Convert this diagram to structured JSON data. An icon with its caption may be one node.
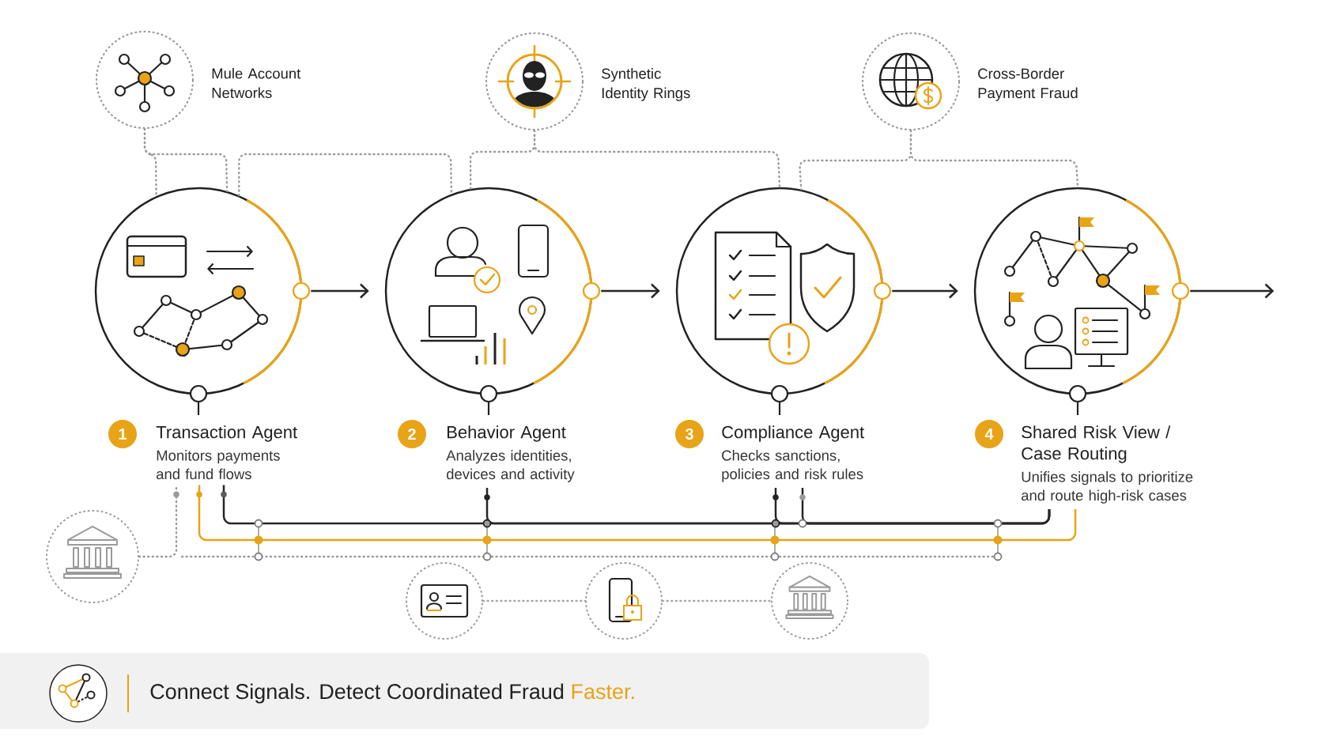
{
  "diagram": {
    "nodes": [
      {
        "text": [
          "Mule Account Networks"
        ]
      },
      {
        "text": [
          "Synthetic Identity Rings"
        ]
      },
      {
        "text": [
          "Cross-Border Payment Fraud"
        ]
      },
      {
        "text": [
          "1",
          "Transaction Agent",
          "Monitors payments and fund flows"
        ]
      },
      {
        "text": [
          "2",
          "Behavior Agent",
          "Analyzes identities, devices and activity"
        ]
      },
      {
        "text": [
          "3",
          "Compliance Agent",
          "Checks sanctions, policies and risk rules"
        ]
      },
      {
        "text": [
          "4",
          "Shared Risk View / Case Routing",
          "Unifies signals to prioritize and route high-risk cases"
        ]
      },
      {
        "text": [],
        "shape": "circle"
      },
      {
        "text": [],
        "shape": "circle"
      },
      {
        "text": [],
        "shape": "circle"
      },
      {
        "text": [],
        "shape": "circle"
      },
      {
        "text": [
          "Connect Signals. Detect Coordinated Fraud",
          "Faster."
        ]
      }
    ],
    "edges": [
      {
        "from": 0,
        "to": 3,
        "arrow": "none",
        "style": "dashed"
      },
      {
        "from": 0,
        "to": 3,
        "arrow": "none",
        "style": "dashed"
      },
      {
        "from": 3,
        "to": 4,
        "arrow": "none",
        "style": "dashed"
      },
      {
        "from": 1,
        "to": 4,
        "arrow": "none",
        "style": "dashed"
      },
      {
        "from": 1,
        "to": 5,
        "arrow": "none",
        "style": "dashed"
      },
      {
        "from": 2,
        "to": 5,
        "arrow": "none",
        "style": "dashed"
      },
      {
        "from": 2,
        "to": 6,
        "arrow": "none",
        "style": "dashed"
      },
      {
        "from": 3,
        "to": 4,
        "arrow": "to",
        "color": "#262626"
      },
      {
        "from": 4,
        "to": 5,
        "arrow": "to",
        "color": "#262626"
      },
      {
        "from": 5,
        "to": 6,
        "arrow": "to",
        "color": "#262626"
      },
      {
        "from": 6,
        "to": null,
        "arrow": "to",
        "color": "#262626"
      },
      {
        "from": 3,
        "to": 6,
        "arrow": "none",
        "color": "#262626"
      },
      {
        "from": 4,
        "to": 6,
        "arrow": "none",
        "color": "#262626"
      },
      {
        "from": 5,
        "to": 6,
        "arrow": "none",
        "color": "#262626"
      },
      {
        "from": 5,
        "to": 6,
        "arrow": "none",
        "color": "#262626"
      },
      {
        "from": 3,
        "to": 6,
        "arrow": "none",
        "color": "#e8a317"
      },
      {
        "from": 7,
        "to": 3,
        "arrow": "none",
        "style": "dashed"
      },
      {
        "from": 8,
        "to": 9,
        "arrow": "none",
        "style": "dashed",
        "color": "#a8a8a8"
      },
      {
        "from": 9,
        "to": 10,
        "arrow": "none",
        "style": "dashed",
        "color": "#a8a8a8"
      }
    ]
  }
}
